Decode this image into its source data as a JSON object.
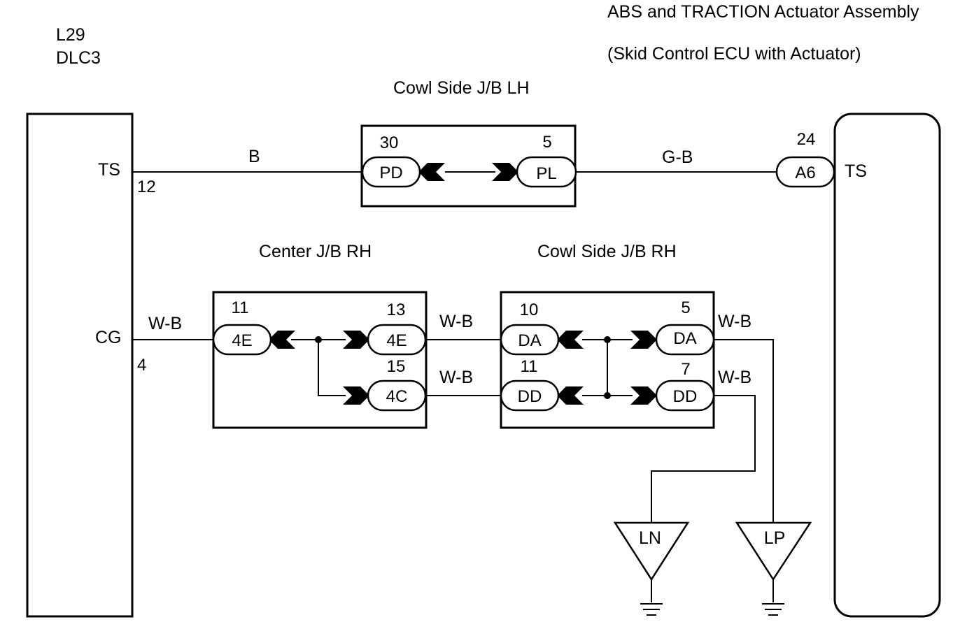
{
  "components": {
    "dlc3": {
      "ref": "L29",
      "name": "DLC3",
      "pins": {
        "ts": "TS",
        "ts_no": "12",
        "cg": "CG",
        "cg_no": "4"
      }
    },
    "abs": {
      "title": "ABS and TRACTION Actuator Assembly",
      "subtitle": "(Skid Control ECU with Actuator)",
      "pin": "TS"
    },
    "cowl_lh": {
      "name": "Cowl Side J/B LH"
    },
    "center_rh": {
      "name": "Center J/B RH"
    },
    "cowl_rh": {
      "name": "Cowl Side J/B RH"
    }
  },
  "connectors": {
    "pd": {
      "code": "PD",
      "pin": "30"
    },
    "pl": {
      "code": "PL",
      "pin": "5"
    },
    "a6": {
      "code": "A6",
      "pin": "24"
    },
    "e4a": {
      "code": "4E",
      "pin": "11"
    },
    "e4b": {
      "code": "4E",
      "pin": "13"
    },
    "c4": {
      "code": "4C",
      "pin": "15"
    },
    "da1": {
      "code": "DA",
      "pin": "10"
    },
    "da2": {
      "code": "DA",
      "pin": "5"
    },
    "dd1": {
      "code": "DD",
      "pin": "11"
    },
    "dd2": {
      "code": "DD",
      "pin": "7"
    }
  },
  "wires": {
    "ts_dlc": "B",
    "ts_abs": "G-B",
    "cg_center": "W-B",
    "center_cowl_top": "W-B",
    "center_cowl_bottom": "W-B",
    "cowl_out_top": "W-B",
    "cowl_out_bottom": "W-B"
  },
  "grounds": {
    "ln": "LN",
    "lp": "LP"
  }
}
